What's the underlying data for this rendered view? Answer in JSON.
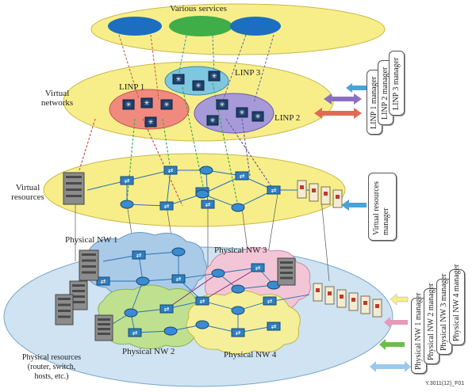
{
  "labels": {
    "various_services": "Various services",
    "virtual_networks": "Virtual\nnetworks",
    "linp1": "LINP 1",
    "linp2": "LINP 2",
    "linp3": "LINP 3",
    "virtual_resources": "Virtual\nresources",
    "physical_nw1": "Physical NW 1",
    "physical_nw2": "Physical NW 2",
    "physical_nw3": "Physical NW 3",
    "physical_nw4": "Physical NW 4",
    "physical_resources": "Physical resources\n(router, switch,\nhosts, etc.)",
    "figure_id": "Y.3011(12)_F01"
  },
  "linp_managers": [
    "LINP 1 manager",
    "LINP 2 manager",
    "LINP 3 manager"
  ],
  "virtual_resources_manager": "Virtual resources\nmanager",
  "physical_managers": [
    "Physical NW 1 manager",
    "Physical NW 2 manager",
    "Physical NW 3 manager",
    "Physical NW 4 manager"
  ],
  "colors": {
    "layer_yellow": "#f7ee8a",
    "layer_blue": "#cfe3f2",
    "service_blue": "#1c6fc0",
    "service_green": "#3fae49",
    "linp1": "#f08a7e",
    "linp2": "#a79ad8",
    "linp3": "#7fc7e0",
    "nw1": "#a9cbe8",
    "nw2": "#bfe08e",
    "nw3": "#f2c6d6",
    "nw4": "#f5ef9a",
    "arrow_blue": "#4aa3d8",
    "arrow_purple": "#8a6fc0",
    "arrow_red": "#e06a55",
    "arrow_green": "#6abf4b",
    "arrow_pink": "#e79ab8",
    "arrow_lightblue": "#9cc8ee"
  }
}
